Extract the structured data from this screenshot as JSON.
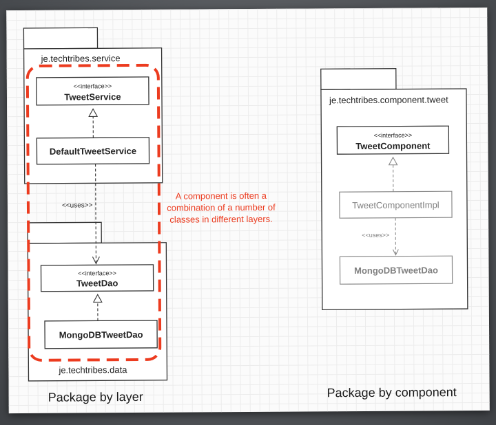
{
  "left": {
    "service_package": {
      "name": "je.techtribes.service",
      "interface": {
        "stereotype": "<<interface>>",
        "name": "TweetService"
      },
      "impl": {
        "name": "DefaultTweetService"
      }
    },
    "uses_label": "<<uses>>",
    "data_package": {
      "name": "je.techtribes.data",
      "interface": {
        "stereotype": "<<interface>>",
        "name": "TweetDao"
      },
      "impl": {
        "name": "MongoDBTweetDao"
      }
    },
    "note": [
      "A component is often a",
      "combination of a number of",
      "classes in different layers."
    ],
    "caption": "Package by layer"
  },
  "right": {
    "package": {
      "name": "je.techtribes.component.tweet",
      "interface": {
        "stereotype": "<<interface>>",
        "name": "TweetComponent"
      },
      "impl": {
        "name": "TweetComponentImpl"
      },
      "uses_label": "<<uses>>",
      "dao": {
        "name": "MongoDBTweetDao"
      }
    },
    "caption": "Package by component"
  },
  "colors": {
    "highlight": "#ec3b1f",
    "line": "#333333",
    "muted": "#808080"
  }
}
